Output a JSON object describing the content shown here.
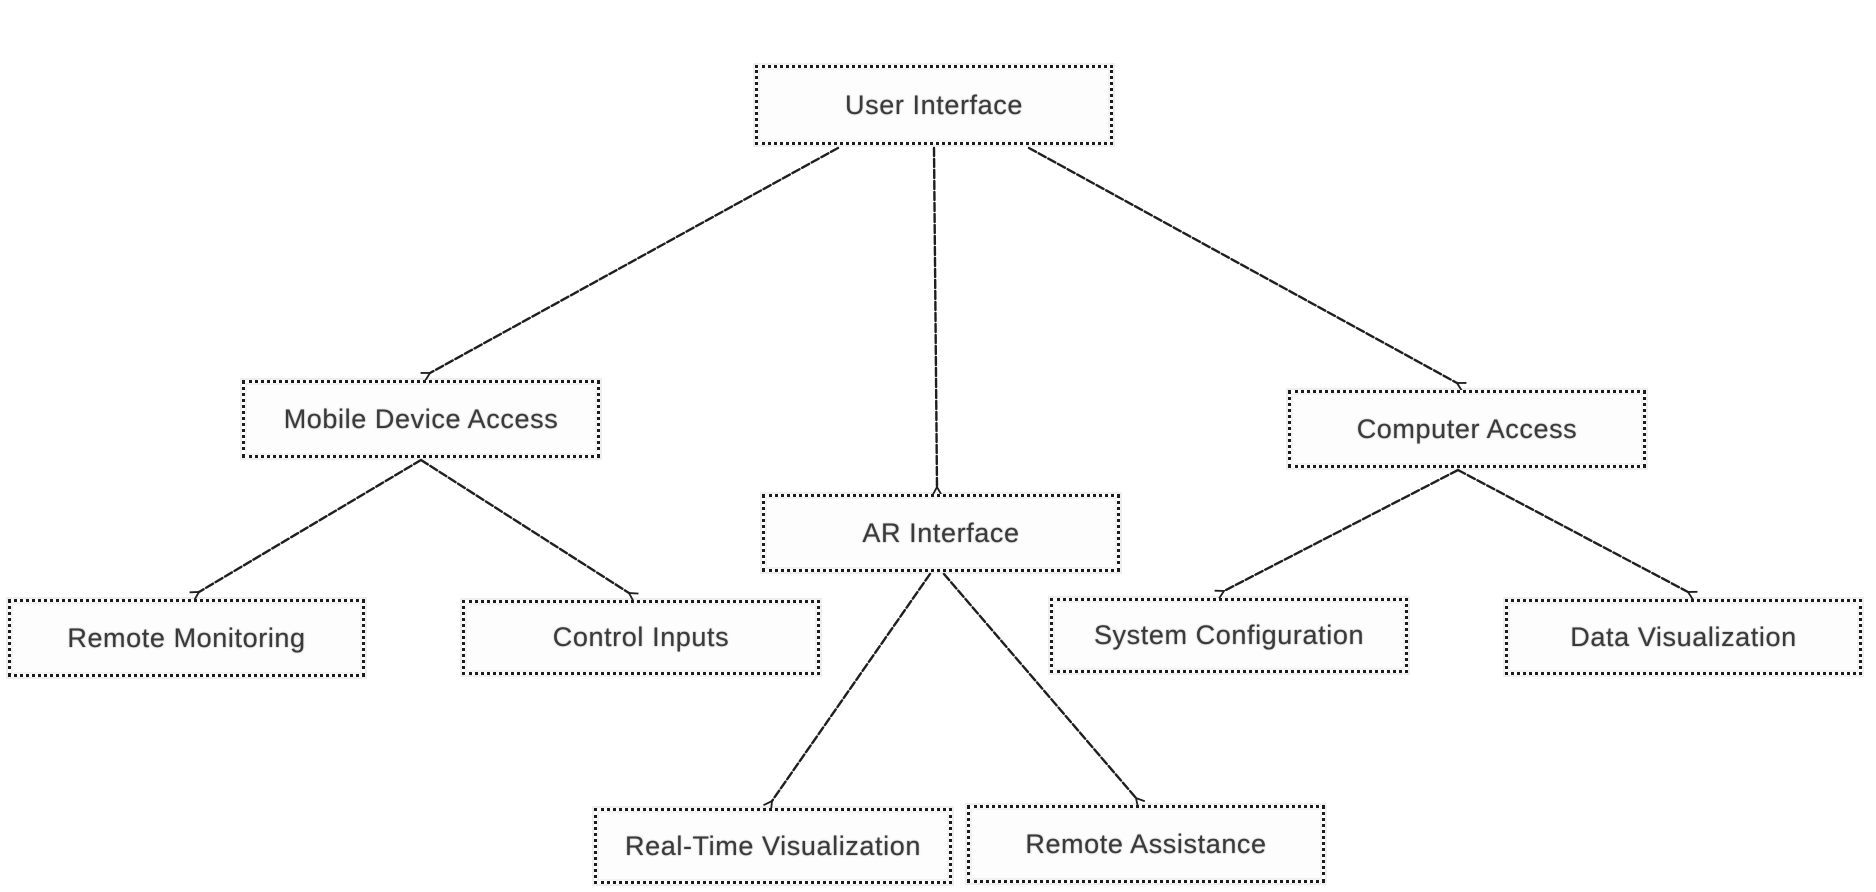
{
  "diagram": {
    "type": "flowchart",
    "background_color": "#ffffff",
    "box_border_color": "#1b1b1b",
    "box_fill_color": "#fdfdfd",
    "text_color": "#3a3a3a",
    "arrow_color": "#1f1f1f",
    "nodes": [
      {
        "id": "user-interface",
        "label": "User Interface",
        "level": 0
      },
      {
        "id": "mobile-device-access",
        "label": "Mobile Device Access",
        "level": 1
      },
      {
        "id": "ar-interface",
        "label": "AR Interface",
        "level": 1
      },
      {
        "id": "computer-access",
        "label": "Computer Access",
        "level": 1
      },
      {
        "id": "remote-monitoring",
        "label": "Remote Monitoring",
        "level": 2
      },
      {
        "id": "control-inputs",
        "label": "Control Inputs",
        "level": 2
      },
      {
        "id": "system-configuration",
        "label": "System Configuration",
        "level": 2
      },
      {
        "id": "data-visualization",
        "label": "Data Visualization",
        "level": 2
      },
      {
        "id": "real-time-visualization",
        "label": "Real-Time Visualization",
        "level": 2
      },
      {
        "id": "remote-assistance",
        "label": "Remote Assistance",
        "level": 2
      }
    ],
    "edges": [
      {
        "from": "user-interface",
        "to": "mobile-device-access"
      },
      {
        "from": "user-interface",
        "to": "ar-interface"
      },
      {
        "from": "user-interface",
        "to": "computer-access"
      },
      {
        "from": "mobile-device-access",
        "to": "remote-monitoring"
      },
      {
        "from": "mobile-device-access",
        "to": "control-inputs"
      },
      {
        "from": "ar-interface",
        "to": "real-time-visualization"
      },
      {
        "from": "ar-interface",
        "to": "remote-assistance"
      },
      {
        "from": "computer-access",
        "to": "system-configuration"
      },
      {
        "from": "computer-access",
        "to": "data-visualization"
      }
    ]
  }
}
